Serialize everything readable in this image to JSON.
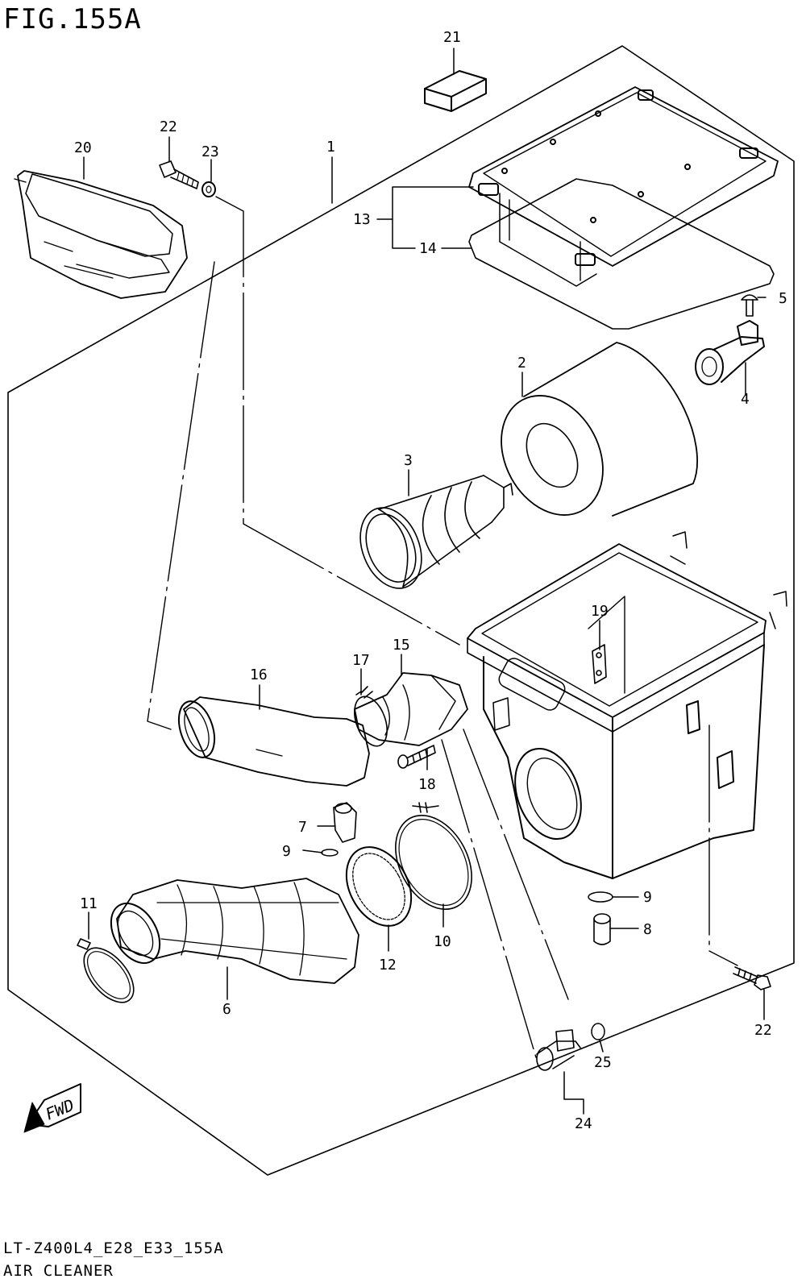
{
  "figure": {
    "title": "FIG.155A",
    "drawing_code": "LT-Z400L4_E28_E33_155A",
    "assembly_name": "AIR CLEANER",
    "fwd_label": "FWD"
  },
  "callouts": [
    {
      "id": "c1",
      "label": "1"
    },
    {
      "id": "c2",
      "label": "2"
    },
    {
      "id": "c3",
      "label": "3"
    },
    {
      "id": "c4",
      "label": "4"
    },
    {
      "id": "c5",
      "label": "5"
    },
    {
      "id": "c6",
      "label": "6"
    },
    {
      "id": "c7",
      "label": "7"
    },
    {
      "id": "c8",
      "label": "8"
    },
    {
      "id": "c9a",
      "label": "9"
    },
    {
      "id": "c9b",
      "label": "9"
    },
    {
      "id": "c10",
      "label": "10"
    },
    {
      "id": "c11",
      "label": "11"
    },
    {
      "id": "c12",
      "label": "12"
    },
    {
      "id": "c13",
      "label": "13"
    },
    {
      "id": "c14",
      "label": "14"
    },
    {
      "id": "c15",
      "label": "15"
    },
    {
      "id": "c16",
      "label": "16"
    },
    {
      "id": "c17",
      "label": "17"
    },
    {
      "id": "c18",
      "label": "18"
    },
    {
      "id": "c19",
      "label": "19"
    },
    {
      "id": "c20",
      "label": "20"
    },
    {
      "id": "c21",
      "label": "21"
    },
    {
      "id": "c22a",
      "label": "22"
    },
    {
      "id": "c22b",
      "label": "22"
    },
    {
      "id": "c23",
      "label": "23"
    },
    {
      "id": "c24",
      "label": "24"
    },
    {
      "id": "c25",
      "label": "25"
    }
  ]
}
